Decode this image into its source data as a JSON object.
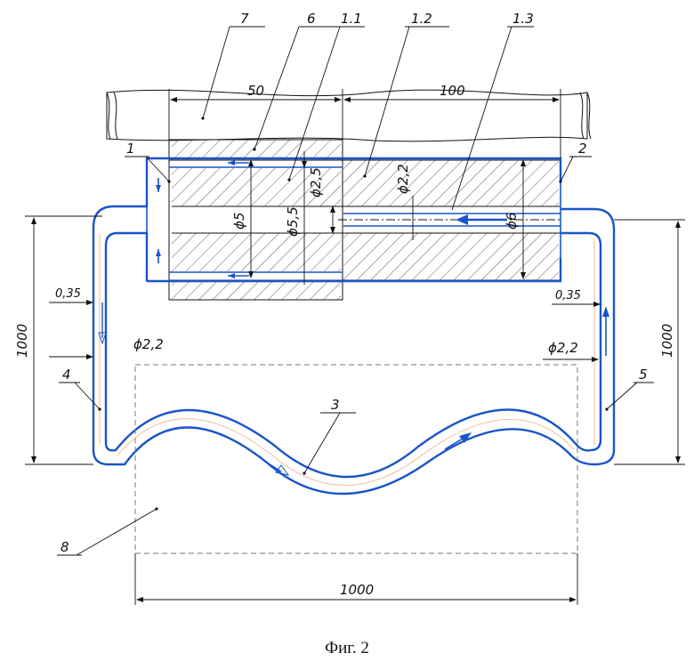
{
  "caption": "Фиг. 2",
  "labels": {
    "l7": "7",
    "l6": "6",
    "l11": "1.1",
    "l12": "1.2",
    "l13": "1.3",
    "l1": "1",
    "l2": "2",
    "l3": "3",
    "l4": "4",
    "l5": "5",
    "l8": "8"
  },
  "dimensions": {
    "d50": "50",
    "d100": "100",
    "phi25": "ϕ2,5",
    "phi22_top": "ϕ2,2",
    "phi5": "ϕ5",
    "phi55": "ϕ5,5",
    "phi6": "ϕ6",
    "t035_left": "0,35",
    "t035_right": "0,35",
    "phi22_left": "ϕ2,2",
    "phi22_right": "ϕ2,2",
    "h1000_left": "1000",
    "h1000_right": "1000",
    "w1000_bottom": "1000"
  },
  "colors": {
    "contour": "#1a55c8",
    "lines": "#111111",
    "core": "#f2c9a8"
  }
}
